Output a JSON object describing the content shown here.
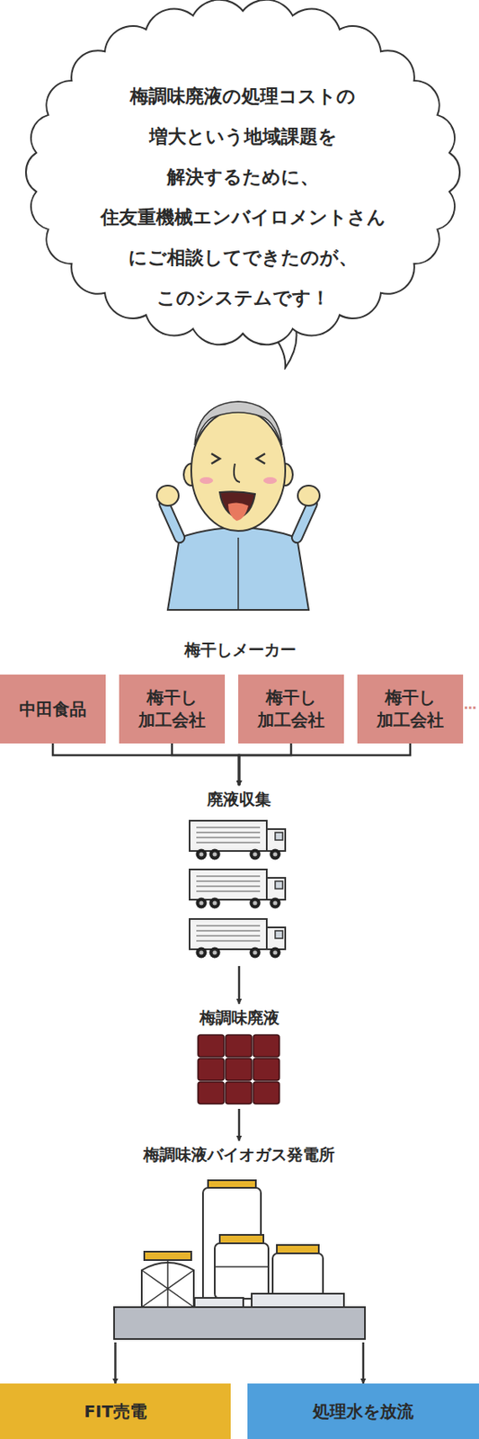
{
  "diagram": {
    "nodes": [
      {
        "text": [
          "梅調味廃液の処理コストの 増大という地域課題を 解決するために、 住友重機械エンバイロメントさん にご相談してできたのが、 このシステムです！"
        ]
      },
      {
        "text": [
          "中田食品"
        ]
      },
      {
        "text": [
          "梅干し 加工会社"
        ]
      },
      {
        "text": [
          "梅干し 加工会社"
        ]
      },
      {
        "text": [
          "梅干し 加工会社"
        ]
      },
      {
        "text": [
          "廃液収集"
        ]
      },
      {
        "text": [
          "梅調味廃液"
        ]
      },
      {
        "text": [
          "梅調味液バイオガス発電所"
        ]
      },
      {
        "text": [
          "FIT売電"
        ]
      },
      {
        "text": [
          "処理水を放流"
        ]
      }
    ],
    "edges": [
      {
        "from": 1,
        "to": 5,
        "arrow": "to"
      },
      {
        "from": 2,
        "to": 5,
        "arrow": "to"
      },
      {
        "from": 3,
        "to": 5,
        "arrow": "to"
      },
      {
        "from": 4,
        "to": 5,
        "arrow": "to"
      },
      {
        "from": 5,
        "to": 6,
        "arrow": "to"
      },
      {
        "from": 6,
        "to": 7,
        "arrow": "to"
      },
      {
        "from": 7,
        "to": 8,
        "arrow": "to"
      },
      {
        "from": 7,
        "to": 9,
        "arrow": "to"
      }
    ],
    "labels": [
      "梅干しメーカー",
      "…"
    ]
  }
}
